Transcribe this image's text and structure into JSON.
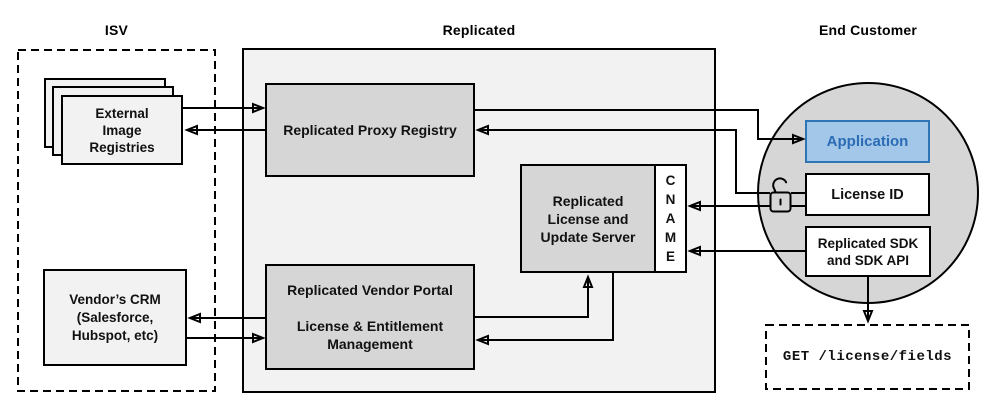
{
  "colors": {
    "background": "#ffffff",
    "container_fill": "#f2f2f2",
    "node_fill": "#d6d6d6",
    "white_node_fill": "#ffffff",
    "stroke": "#000000",
    "application_fill": "#a3c7e8",
    "application_border": "#2e75b6",
    "application_text": "#2b6cb5",
    "lock_icon_color": "#4d4d4d"
  },
  "icons": {
    "lock": "open-padlock-icon"
  },
  "sections": {
    "isv": {
      "title": "ISV",
      "registries_label": "External\nImage\nRegistries",
      "crm_label": "Vendor’s CRM\n(Salesforce,\nHubspot, etc)"
    },
    "replicated": {
      "title": "Replicated",
      "proxy_registry_label": "Replicated Proxy Registry",
      "license_update_server_label": "Replicated\nLicense and\nUpdate Server",
      "cname_label": "CNAME",
      "vendor_portal_label": "Replicated Vendor Portal\n\nLicense & Entitlement\nManagement"
    },
    "end_customer": {
      "title": "End Customer",
      "application_label": "Application",
      "license_id_label": "License ID",
      "sdk_label": "Replicated SDK\nand SDK API",
      "get_request_label": "GET /license/fields"
    }
  }
}
